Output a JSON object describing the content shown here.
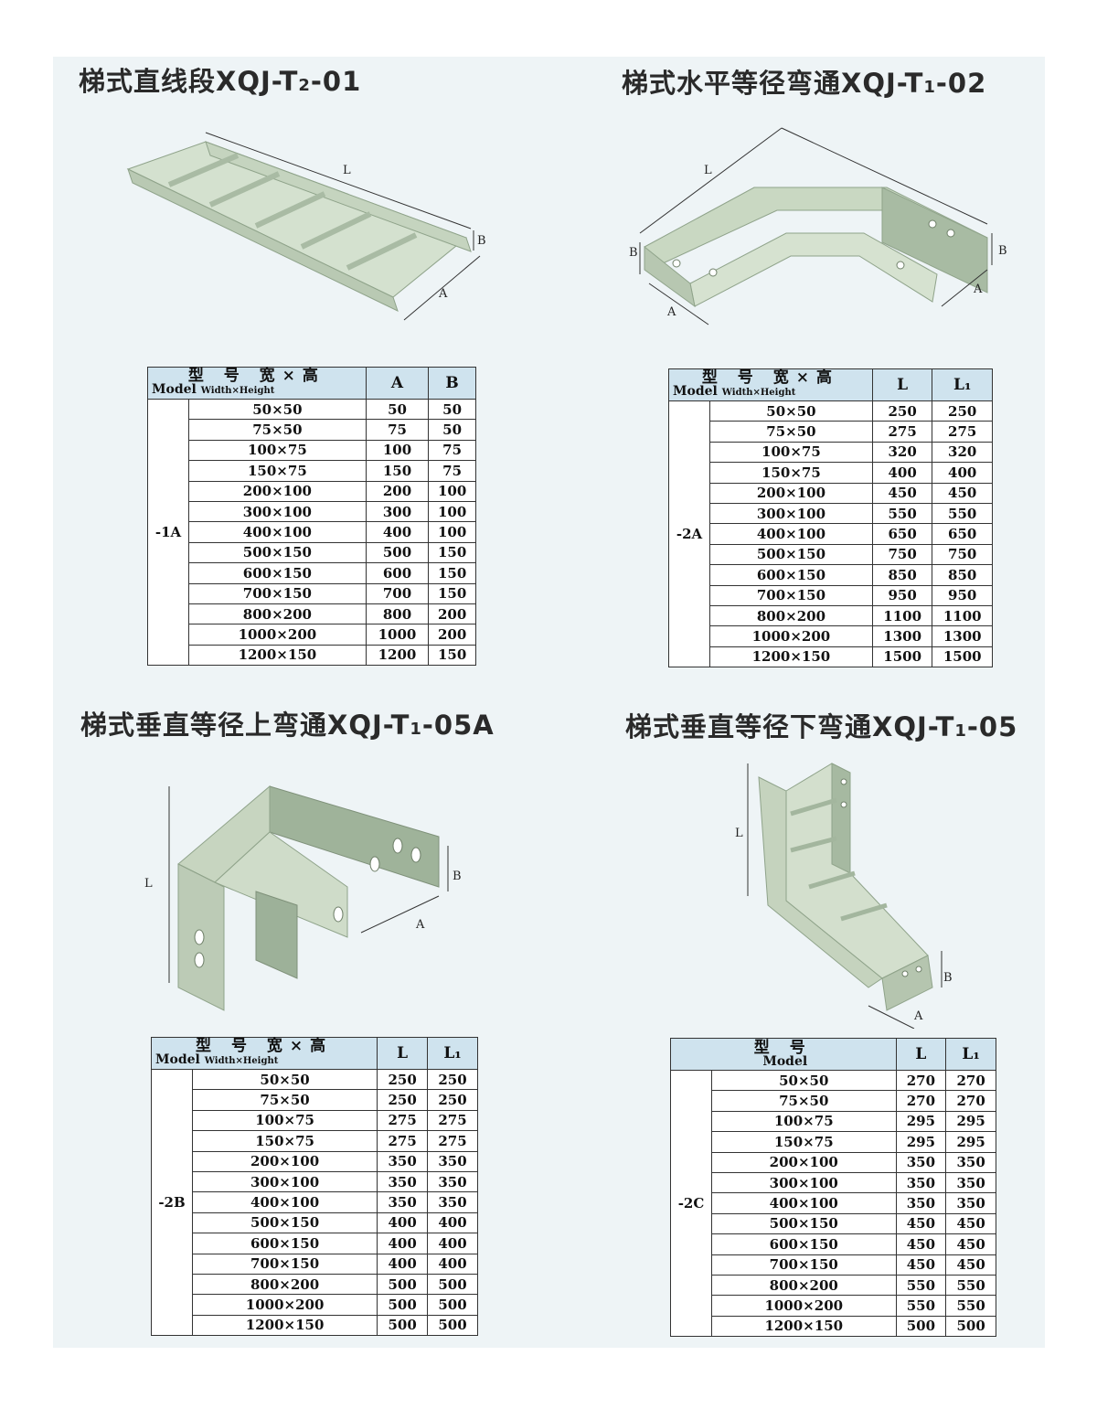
{
  "sections": [
    {
      "title": "梯式直线段XQJ-T",
      "title_sub": "2",
      "title_tail": "-01",
      "dims": [
        "L",
        "B",
        "A"
      ],
      "table": {
        "header_cn": "型 号 宽×高",
        "header_model": "Model",
        "header_wh": "Width×Height",
        "columns": [
          "A",
          "B"
        ],
        "group": "-1A",
        "rows": [
          [
            "50×50",
            "50",
            "50"
          ],
          [
            "75×50",
            "75",
            "50"
          ],
          [
            "100×75",
            "100",
            "75"
          ],
          [
            "150×75",
            "150",
            "75"
          ],
          [
            "200×100",
            "200",
            "100"
          ],
          [
            "300×100",
            "300",
            "100"
          ],
          [
            "400×100",
            "400",
            "100"
          ],
          [
            "500×150",
            "500",
            "150"
          ],
          [
            "600×150",
            "600",
            "150"
          ],
          [
            "700×150",
            "700",
            "150"
          ],
          [
            "800×200",
            "800",
            "200"
          ],
          [
            "1000×200",
            "1000",
            "200"
          ],
          [
            "1200×150",
            "1200",
            "150"
          ]
        ]
      }
    },
    {
      "title": "梯式水平等径弯通XQJ-T",
      "title_sub": "1",
      "title_tail": "-02",
      "dims": [
        "L",
        "B",
        "B",
        "A",
        "A"
      ],
      "table": {
        "header_cn": "型 号 宽×高",
        "header_model": "Model",
        "header_wh": "Width×Height",
        "columns": [
          "L",
          "L₁"
        ],
        "group": "-2A",
        "rows": [
          [
            "50×50",
            "250",
            "250"
          ],
          [
            "75×50",
            "275",
            "275"
          ],
          [
            "100×75",
            "320",
            "320"
          ],
          [
            "150×75",
            "400",
            "400"
          ],
          [
            "200×100",
            "450",
            "450"
          ],
          [
            "300×100",
            "550",
            "550"
          ],
          [
            "400×100",
            "650",
            "650"
          ],
          [
            "500×150",
            "750",
            "750"
          ],
          [
            "600×150",
            "850",
            "850"
          ],
          [
            "700×150",
            "950",
            "950"
          ],
          [
            "800×200",
            "1100",
            "1100"
          ],
          [
            "1000×200",
            "1300",
            "1300"
          ],
          [
            "1200×150",
            "1500",
            "1500"
          ]
        ]
      }
    },
    {
      "title": "梯式垂直等径上弯通XQJ-T",
      "title_sub": "1",
      "title_tail": "-05A",
      "dims": [
        "L",
        "B",
        "A"
      ],
      "table": {
        "header_cn": "型 号 宽×高",
        "header_model": "Model",
        "header_wh": "Width×Height",
        "columns": [
          "L",
          "L₁"
        ],
        "group": "-2B",
        "rows": [
          [
            "50×50",
            "250",
            "250"
          ],
          [
            "75×50",
            "250",
            "250"
          ],
          [
            "100×75",
            "275",
            "275"
          ],
          [
            "150×75",
            "275",
            "275"
          ],
          [
            "200×100",
            "350",
            "350"
          ],
          [
            "300×100",
            "350",
            "350"
          ],
          [
            "400×100",
            "350",
            "350"
          ],
          [
            "500×150",
            "400",
            "400"
          ],
          [
            "600×150",
            "400",
            "400"
          ],
          [
            "700×150",
            "400",
            "400"
          ],
          [
            "800×200",
            "500",
            "500"
          ],
          [
            "1000×200",
            "500",
            "500"
          ],
          [
            "1200×150",
            "500",
            "500"
          ]
        ]
      }
    },
    {
      "title": "梯式垂直等径下弯通XQJ-T",
      "title_sub": "1",
      "title_tail": "-05",
      "dims": [
        "L",
        "B",
        "A"
      ],
      "table": {
        "header_cn": "型 号",
        "header_model": "Model",
        "header_wh": "",
        "columns": [
          "L",
          "L₁"
        ],
        "group": "-2C",
        "rows": [
          [
            "50×50",
            "270",
            "270"
          ],
          [
            "75×50",
            "270",
            "270"
          ],
          [
            "100×75",
            "295",
            "295"
          ],
          [
            "150×75",
            "295",
            "295"
          ],
          [
            "200×100",
            "350",
            "350"
          ],
          [
            "300×100",
            "350",
            "350"
          ],
          [
            "400×100",
            "350",
            "350"
          ],
          [
            "500×150",
            "450",
            "450"
          ],
          [
            "600×150",
            "450",
            "450"
          ],
          [
            "700×150",
            "450",
            "450"
          ],
          [
            "800×200",
            "550",
            "550"
          ],
          [
            "1000×200",
            "550",
            "550"
          ],
          [
            "1200×150",
            "500",
            "500"
          ]
        ]
      }
    }
  ],
  "colors": {
    "tray": "#c9d8c2",
    "tray_dark": "#9fb39a",
    "header_bg": "#cfe3ee",
    "page_bg": "#eef4f6"
  }
}
